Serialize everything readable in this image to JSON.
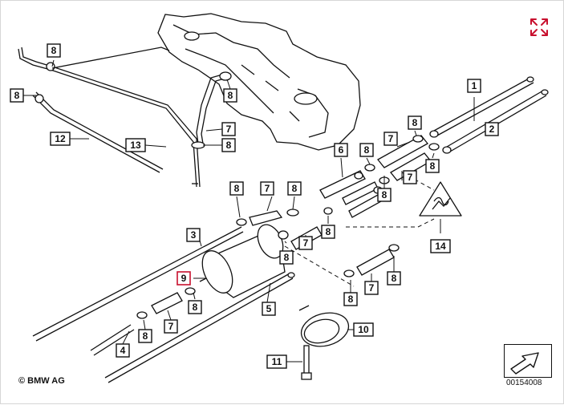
{
  "copyright": "© BMW AG",
  "document_number": "00154008",
  "callouts": {
    "c1": "1",
    "c2": "2",
    "c3": "3",
    "c4": "4",
    "c5": "5",
    "c6": "6",
    "c7": "7",
    "c8": "8",
    "c9": "9",
    "c10": "10",
    "c11": "11",
    "c12": "12",
    "c13": "13",
    "c14": "14"
  },
  "highlighted_callout": "9",
  "icons": {
    "expand": "expand-arrows-icon",
    "next": "next-arrow-icon",
    "warning": "hot-surface-warning-icon"
  },
  "colors": {
    "highlight": "#c8102e",
    "lines": "#111111"
  }
}
